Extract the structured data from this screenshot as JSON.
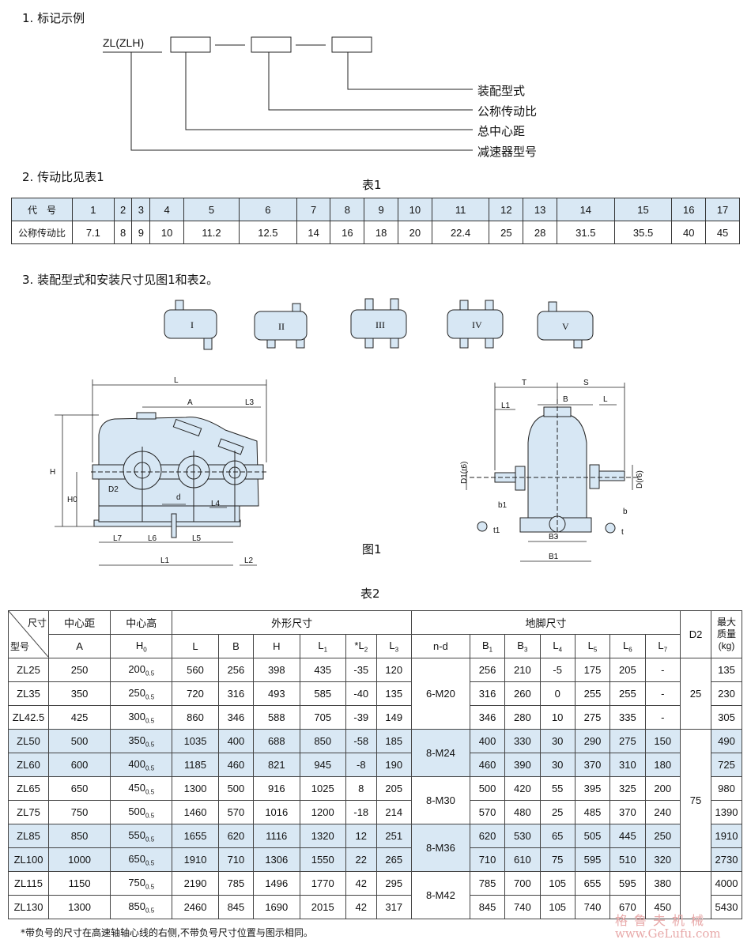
{
  "section1": {
    "title": "1. 标记示例",
    "model_prefix": "ZL(ZLH)",
    "labels": [
      "装配型式",
      "公称传动比",
      "总中心距",
      "减速器型号"
    ]
  },
  "section2": {
    "title": "2. 传动比见表1",
    "table_title": "表1",
    "row1_label": "代　号",
    "row2_label": "公称传动比",
    "codes": [
      "1",
      "2",
      "3",
      "4",
      "5",
      "6",
      "7",
      "8",
      "9",
      "10",
      "11",
      "12",
      "13",
      "14",
      "15",
      "16",
      "17"
    ],
    "ratios": [
      "7.1",
      "8",
      "9",
      "10",
      "11.2",
      "12.5",
      "14",
      "16",
      "18",
      "20",
      "22.4",
      "25",
      "28",
      "31.5",
      "35.5",
      "40",
      "45"
    ]
  },
  "section3": {
    "title": "3. 装配型式和安装尺寸见图1和表2。",
    "forms": [
      "I",
      "II",
      "III",
      "IV",
      "V"
    ],
    "figure_caption": "图1",
    "fig_labels_left": {
      "L": "L",
      "A": "A",
      "L3": "L3",
      "H": "H",
      "H0": "H0",
      "D2": "D2",
      "d": "d",
      "L4": "L4",
      "L7": "L7",
      "L6": "L6",
      "L5": "L5",
      "L1": "L1",
      "L2": "L2"
    },
    "fig_labels_right": {
      "T": "T",
      "S": "S",
      "B": "B",
      "L1": "L1",
      "L": "L",
      "D1": "D1(r6)",
      "D": "D(r6)",
      "b1": "b1",
      "b": "b",
      "t1": "t1",
      "t": "t",
      "B3": "B3",
      "B1": "B1"
    }
  },
  "table2": {
    "title": "表2",
    "head": {
      "size": "尺寸",
      "model": "型号",
      "center_dist": "中心距",
      "center_height": "中心高",
      "outline": "外形尺寸",
      "foot": "地脚尺寸",
      "d2": "D2",
      "weight": [
        "最大",
        "质量",
        "(kg)"
      ]
    },
    "subhead": [
      "A",
      "H0",
      "L",
      "B",
      "H",
      "L1",
      "*L2",
      "L3",
      "n-d",
      "B1",
      "B3",
      "L4",
      "L5",
      "L6",
      "L7"
    ],
    "tol": "0.5",
    "rows": [
      {
        "model": "ZL25",
        "A": "250",
        "H0": "200",
        "L": "560",
        "B": "256",
        "H": "398",
        "L1": "435",
        "L2": "-35",
        "L3": "120",
        "B1": "256",
        "B3": "210",
        "L4": "-5",
        "L5": "175",
        "L6": "205",
        "L7": "-",
        "W": "135"
      },
      {
        "model": "ZL35",
        "A": "350",
        "H0": "250",
        "L": "720",
        "B": "316",
        "H": "493",
        "L1": "585",
        "L2": "-40",
        "L3": "135",
        "B1": "316",
        "B3": "260",
        "L4": "0",
        "L5": "255",
        "L6": "255",
        "L7": "-",
        "W": "230"
      },
      {
        "model": "ZL42.5",
        "A": "425",
        "H0": "300",
        "L": "860",
        "B": "346",
        "H": "588",
        "L1": "705",
        "L2": "-39",
        "L3": "149",
        "B1": "346",
        "B3": "280",
        "L4": "10",
        "L5": "275",
        "L6": "335",
        "L7": "-",
        "W": "305"
      },
      {
        "model": "ZL50",
        "A": "500",
        "H0": "350",
        "L": "1035",
        "B": "400",
        "H": "688",
        "L1": "850",
        "L2": "-58",
        "L3": "185",
        "B1": "400",
        "B3": "330",
        "L4": "30",
        "L5": "290",
        "L6": "275",
        "L7": "150",
        "W": "490"
      },
      {
        "model": "ZL60",
        "A": "600",
        "H0": "400",
        "L": "1185",
        "B": "460",
        "H": "821",
        "L1": "945",
        "L2": "-8",
        "L3": "190",
        "B1": "460",
        "B3": "390",
        "L4": "30",
        "L5": "370",
        "L6": "310",
        "L7": "180",
        "W": "725"
      },
      {
        "model": "ZL65",
        "A": "650",
        "H0": "450",
        "L": "1300",
        "B": "500",
        "H": "916",
        "L1": "1025",
        "L2": "8",
        "L3": "205",
        "B1": "500",
        "B3": "420",
        "L4": "55",
        "L5": "395",
        "L6": "325",
        "L7": "200",
        "W": "980"
      },
      {
        "model": "ZL75",
        "A": "750",
        "H0": "500",
        "L": "1460",
        "B": "570",
        "H": "1016",
        "L1": "1200",
        "L2": "-18",
        "L3": "214",
        "B1": "570",
        "B3": "480",
        "L4": "25",
        "L5": "485",
        "L6": "370",
        "L7": "240",
        "W": "1390"
      },
      {
        "model": "ZL85",
        "A": "850",
        "H0": "550",
        "L": "1655",
        "B": "620",
        "H": "1116",
        "L1": "1320",
        "L2": "12",
        "L3": "251",
        "B1": "620",
        "B3": "530",
        "L4": "65",
        "L5": "505",
        "L6": "445",
        "L7": "250",
        "W": "1910"
      },
      {
        "model": "ZL100",
        "A": "1000",
        "H0": "650",
        "L": "1910",
        "B": "710",
        "H": "1306",
        "L1": "1550",
        "L2": "22",
        "L3": "265",
        "B1": "710",
        "B3": "610",
        "L4": "75",
        "L5": "595",
        "L6": "510",
        "L7": "320",
        "W": "2730"
      },
      {
        "model": "ZL115",
        "A": "1150",
        "H0": "750",
        "L": "2190",
        "B": "785",
        "H": "1496",
        "L1": "1770",
        "L2": "42",
        "L3": "295",
        "B1": "785",
        "B3": "700",
        "L4": "105",
        "L5": "655",
        "L6": "595",
        "L7": "380",
        "W": "4000"
      },
      {
        "model": "ZL130",
        "A": "1300",
        "H0": "850",
        "L": "2460",
        "B": "845",
        "H": "1690",
        "L1": "2015",
        "L2": "42",
        "L3": "317",
        "B1": "845",
        "B3": "740",
        "L4": "105",
        "L5": "740",
        "L6": "670",
        "L7": "450",
        "W": "5430"
      }
    ],
    "nd": [
      "6-M20",
      "8-M24",
      "8-M30",
      "8-M36",
      "8-M42"
    ],
    "d2": [
      "25",
      "75"
    ]
  },
  "footnote": "*带负号的尺寸在高速轴轴心线的右侧,不带负号尺寸位置与图示相同。",
  "watermark": {
    "cn": "格鲁夫机械",
    "url": "www.GeLufu.com"
  }
}
